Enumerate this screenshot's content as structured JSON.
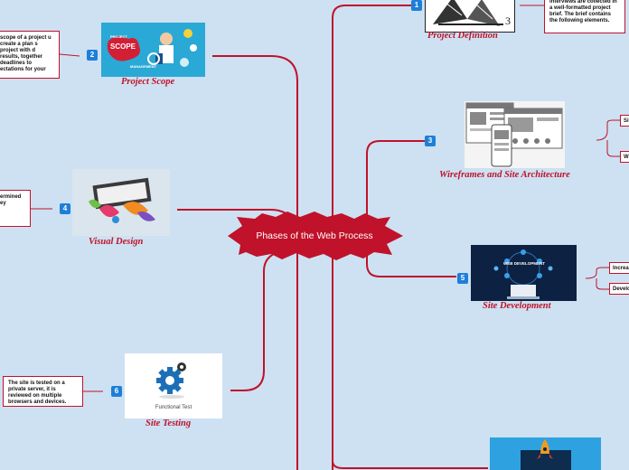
{
  "center": {
    "label": "Phases of the Web Process"
  },
  "nodes": {
    "definition": {
      "number": "1",
      "title": "Project Definition",
      "image_label": "3"
    },
    "scope": {
      "number": "2",
      "title": "Project Scope",
      "image_word": "SCOPE",
      "image_subword": "PROJECT",
      "image_footer": "MANAGEMENT"
    },
    "wireframes": {
      "number": "3",
      "title": "Wireframes and Site Architecture"
    },
    "visual": {
      "number": "4",
      "title": "Visual Design"
    },
    "development": {
      "number": "5",
      "title": "Site Development",
      "image_word": "WEB DEVELOPMENT"
    },
    "testing": {
      "number": "6",
      "title": "Site Testing",
      "image_caption": "Functional Test"
    }
  },
  "notes": {
    "definition": "interviews are collected in a well-formatted project brief. The brief contains the following elements.",
    "scope": "scope of a project u create a plan s project with d results, together deadlines to ectations for your",
    "visual": "ermined ey",
    "testing": "The site is tested on a private server, it is reviewed on multiple browsers and devices."
  },
  "tags": {
    "wireframes_a": "Si",
    "wireframes_b": "W",
    "development_a": "Increa",
    "development_b": "Develo"
  },
  "colors": {
    "accent": "#c0122a",
    "badge": "#1e7fd8",
    "background": "#cde1f2"
  }
}
